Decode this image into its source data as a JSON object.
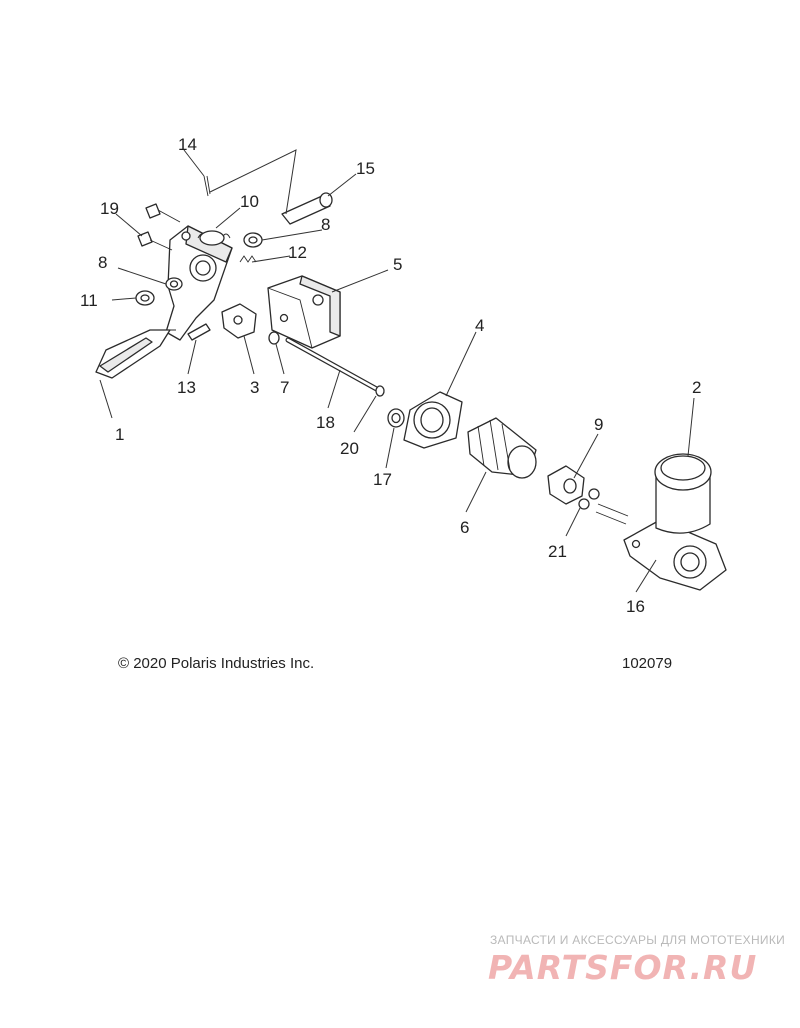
{
  "diagram": {
    "callouts": [
      {
        "id": "1",
        "label": "1"
      },
      {
        "id": "2",
        "label": "2"
      },
      {
        "id": "3",
        "label": "3"
      },
      {
        "id": "4",
        "label": "4"
      },
      {
        "id": "5",
        "label": "5"
      },
      {
        "id": "6",
        "label": "6"
      },
      {
        "id": "7",
        "label": "7"
      },
      {
        "id": "8a",
        "label": "8"
      },
      {
        "id": "8b",
        "label": "8"
      },
      {
        "id": "9",
        "label": "9"
      },
      {
        "id": "10",
        "label": "10"
      },
      {
        "id": "11",
        "label": "11"
      },
      {
        "id": "12",
        "label": "12"
      },
      {
        "id": "13",
        "label": "13"
      },
      {
        "id": "14",
        "label": "14"
      },
      {
        "id": "15",
        "label": "15"
      },
      {
        "id": "16",
        "label": "16"
      },
      {
        "id": "17",
        "label": "17"
      },
      {
        "id": "18",
        "label": "18"
      },
      {
        "id": "19",
        "label": "19"
      },
      {
        "id": "20",
        "label": "20"
      },
      {
        "id": "21",
        "label": "21"
      }
    ]
  },
  "footer": {
    "copyright": "© 2020 Polaris Industries Inc.",
    "drawing_number": "102079"
  },
  "watermark": {
    "tagline": "ЗАПЧАСТИ И АКСЕССУАРЫ ДЛЯ МОТОТЕХНИКИ",
    "logo": "PARTSFOR.RU"
  }
}
